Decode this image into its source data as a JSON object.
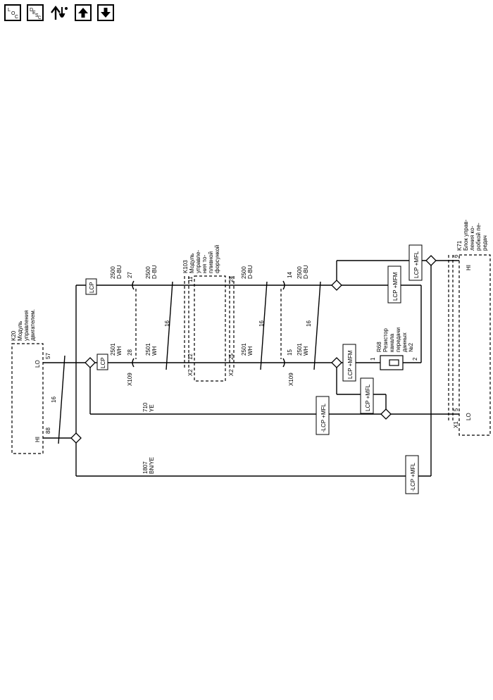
{
  "toolbar": {
    "loc": "LOC",
    "desc": "DESC"
  },
  "components": {
    "k20": {
      "id": "K20",
      "name": [
        "Модуль",
        "управления",
        "двигателем."
      ],
      "pins": {
        "lo": "LO",
        "lo_num": "57",
        "hi": "HI",
        "hi_num": "88"
      }
    },
    "k103": {
      "id": "K103",
      "name": [
        "Модуль",
        "управле-",
        "ния то-",
        "пливной",
        "форсункой"
      ],
      "pins": {
        "p11": "11",
        "p12": "12",
        "p24": "24",
        "p25": "25",
        "x2a": "X2",
        "x2b": "X2"
      }
    },
    "k71": {
      "id": "K71",
      "name": [
        "Блок управ-",
        "ления ко-",
        "робкой пе-",
        "редач"
      ],
      "pins": {
        "hi": "HI",
        "hi_num": "6",
        "lo": "LO",
        "lo_num": "5",
        "x1": "X1"
      }
    },
    "r68": {
      "id": "R68",
      "name": [
        "Резистор",
        "канала",
        "передачи",
        "данных",
        "№2"
      ],
      "p1": "1",
      "p2": "2"
    }
  },
  "connectors": {
    "x109a": "X109",
    "x109b": "X109",
    "pin27": "27",
    "pin28": "28",
    "pin14": "14",
    "pin15": "15"
  },
  "wires": {
    "w2500a": [
      "2500",
      "D-BU"
    ],
    "w2500b": [
      "2500",
      "D-BU"
    ],
    "w2500c": [
      "2500",
      "D-BU"
    ],
    "w2500d": [
      "2500",
      "D-BU"
    ],
    "w2501a": [
      "2501",
      "WH"
    ],
    "w2501b": [
      "2501",
      "WH"
    ],
    "w2501c": [
      "2501",
      "WH"
    ],
    "w2501d": [
      "2501",
      "WH"
    ],
    "w710": [
      "710",
      "YE"
    ],
    "w1807": [
      "1807",
      "BN/YE"
    ],
    "twist1": "16",
    "twist2": "16",
    "twist3": "16",
    "twist4": "16"
  },
  "labels": {
    "lcp1": "LCP",
    "lcp2": "LCP",
    "lcp_mfm1": "LCP +MFM",
    "lcp_mfm2": "LCP +MFM",
    "lcp_mfl1": "LCP +MFL",
    "lcp_mfl2": "LCP +MFL",
    "nlcp_mfl1": "-LCP +MFL",
    "nlcp_mfl2": "-LCP +MFL"
  }
}
